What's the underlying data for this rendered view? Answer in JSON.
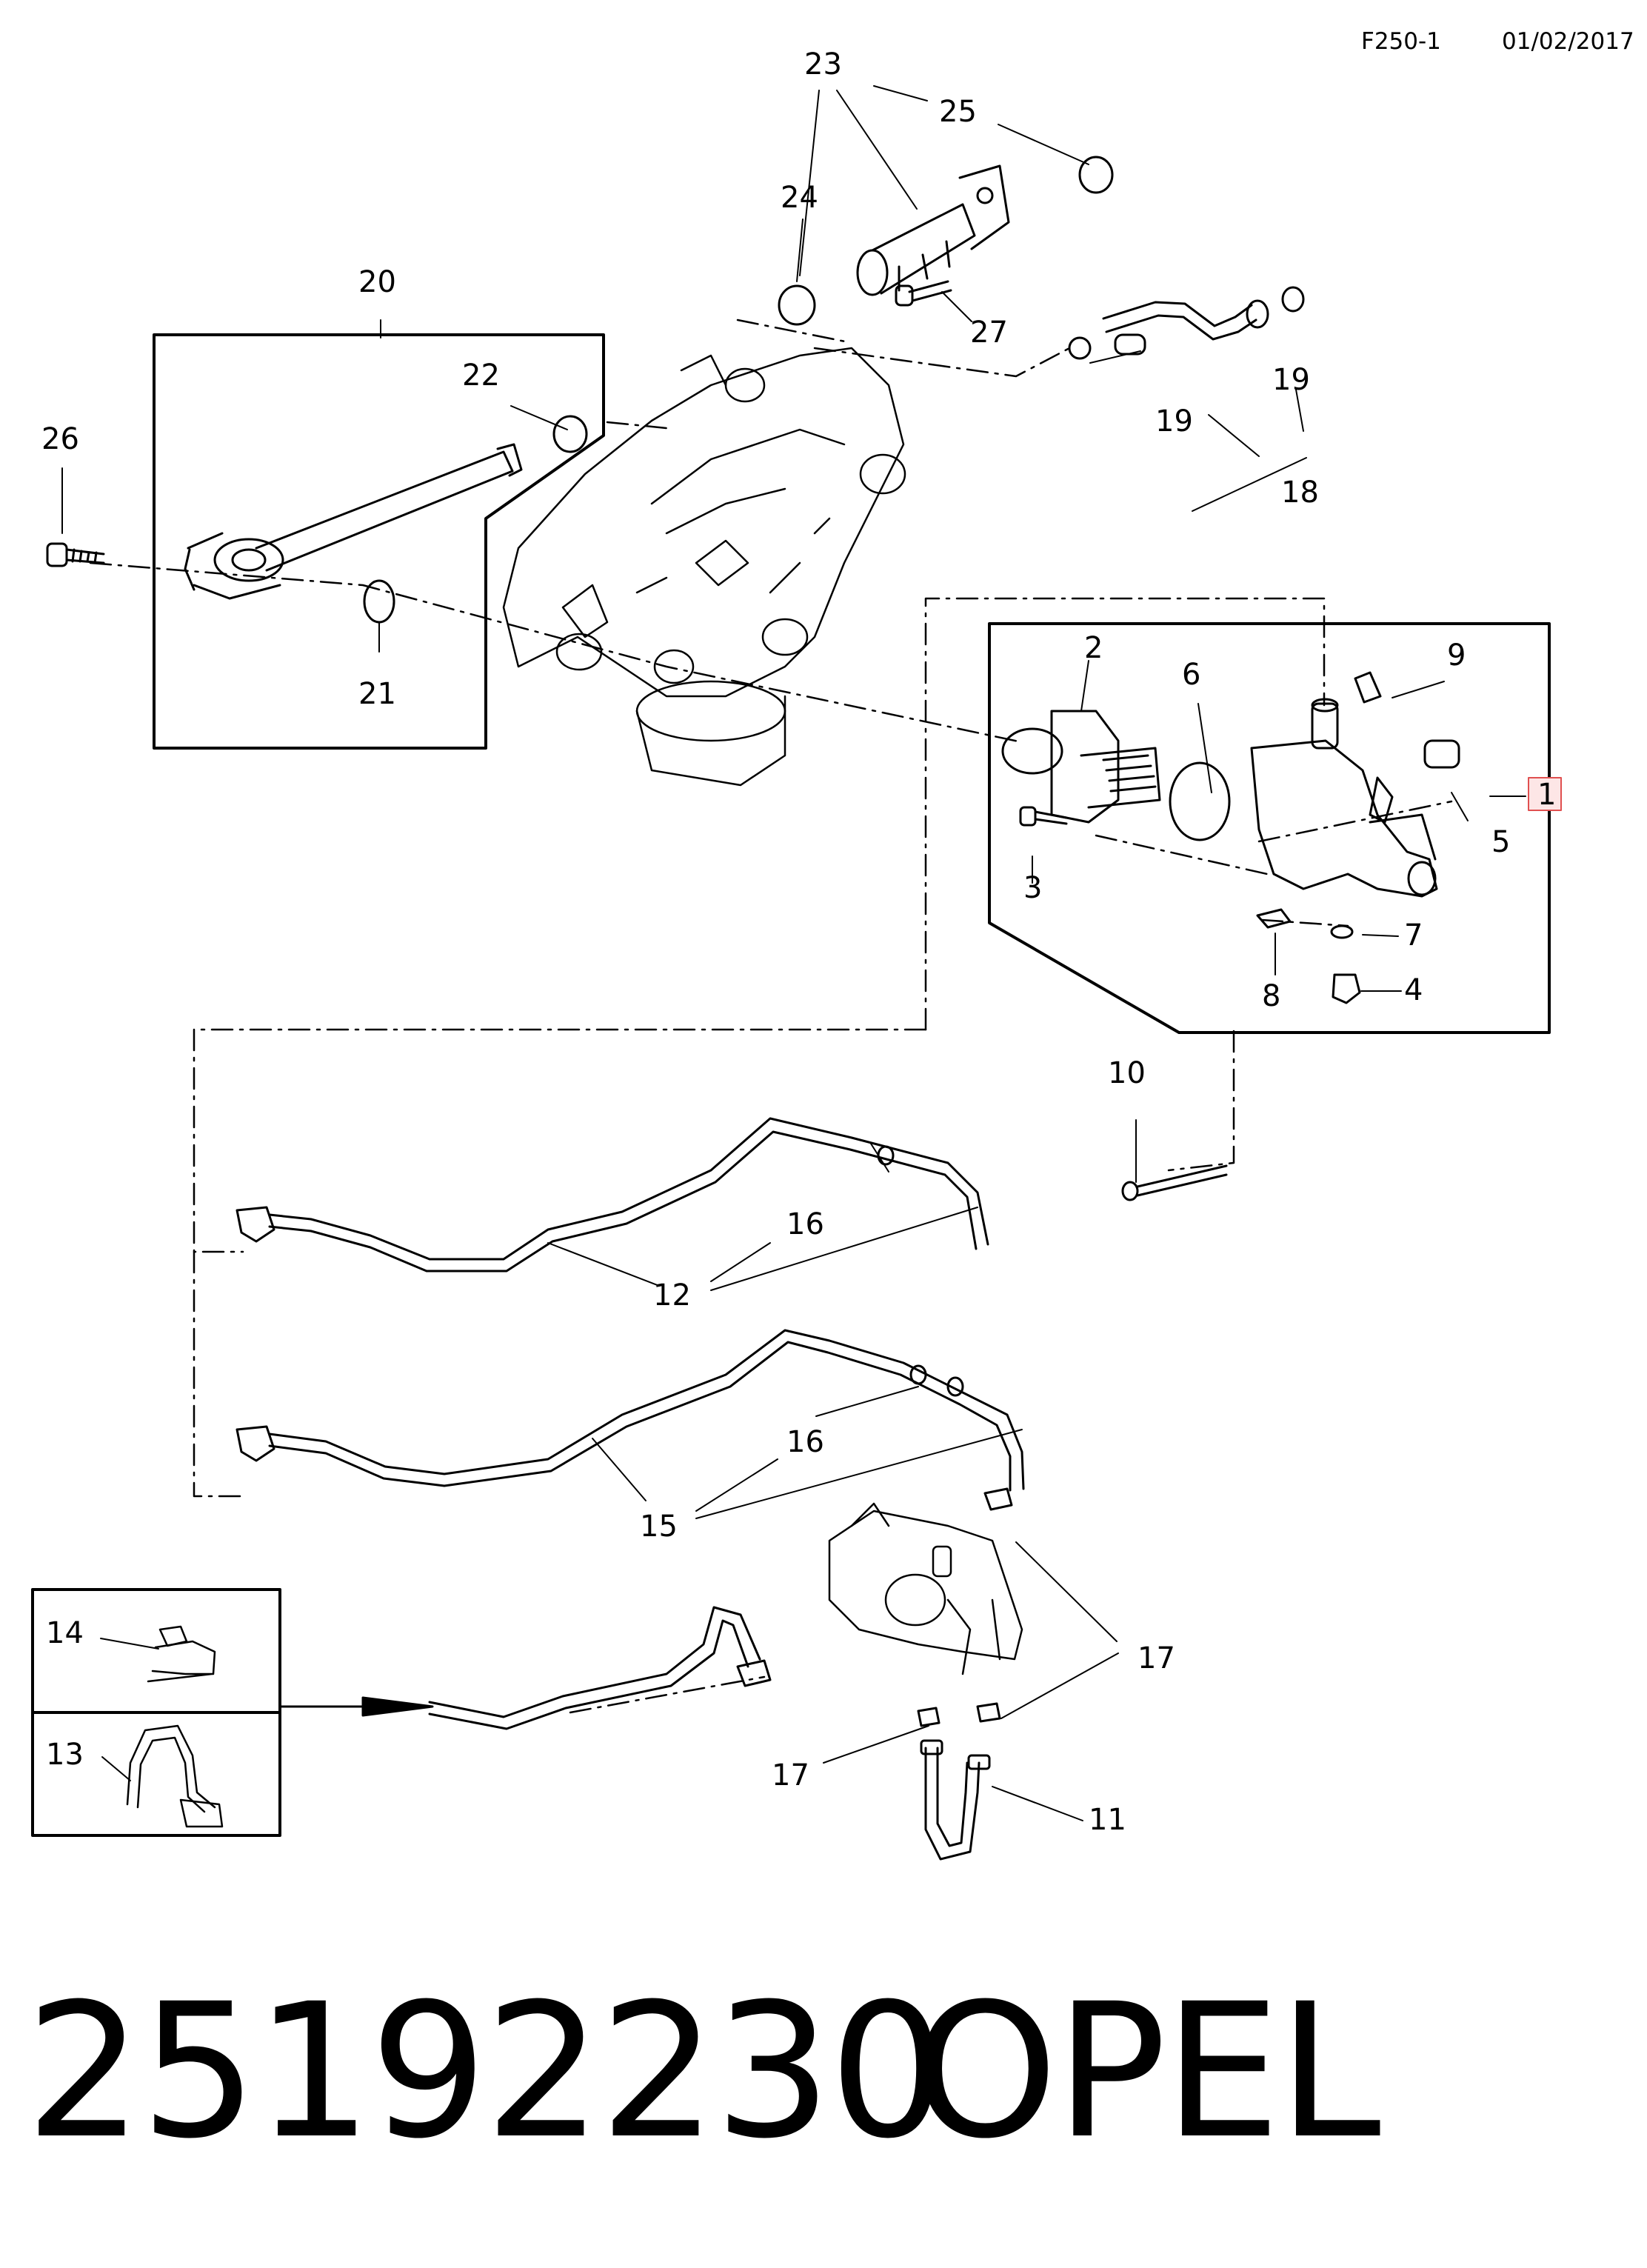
{
  "header": {
    "code": "F250-1",
    "date": "01/02/2017"
  },
  "callouts": {
    "c1": "1",
    "c2": "2",
    "c3": "3",
    "c4": "4",
    "c5": "5",
    "c6": "6",
    "c7": "7",
    "c8": "8",
    "c9": "9",
    "c10": "10",
    "c11": "11",
    "c12": "12",
    "c13": "13",
    "c14": "14",
    "c15": "15",
    "c16a": "16",
    "c16b": "16",
    "c17a": "17",
    "c17b": "17",
    "c18": "18",
    "c19a": "19",
    "c19b": "19",
    "c20": "20",
    "c21": "21",
    "c22": "22",
    "c23": "23",
    "c24": "24",
    "c25": "25",
    "c26": "26",
    "c27": "27"
  },
  "footer": {
    "part_number": "25192230",
    "brand": "OPEL"
  },
  "colors": {
    "highlight_box": "#e05050",
    "highlight_fill": "#fde6e6"
  }
}
